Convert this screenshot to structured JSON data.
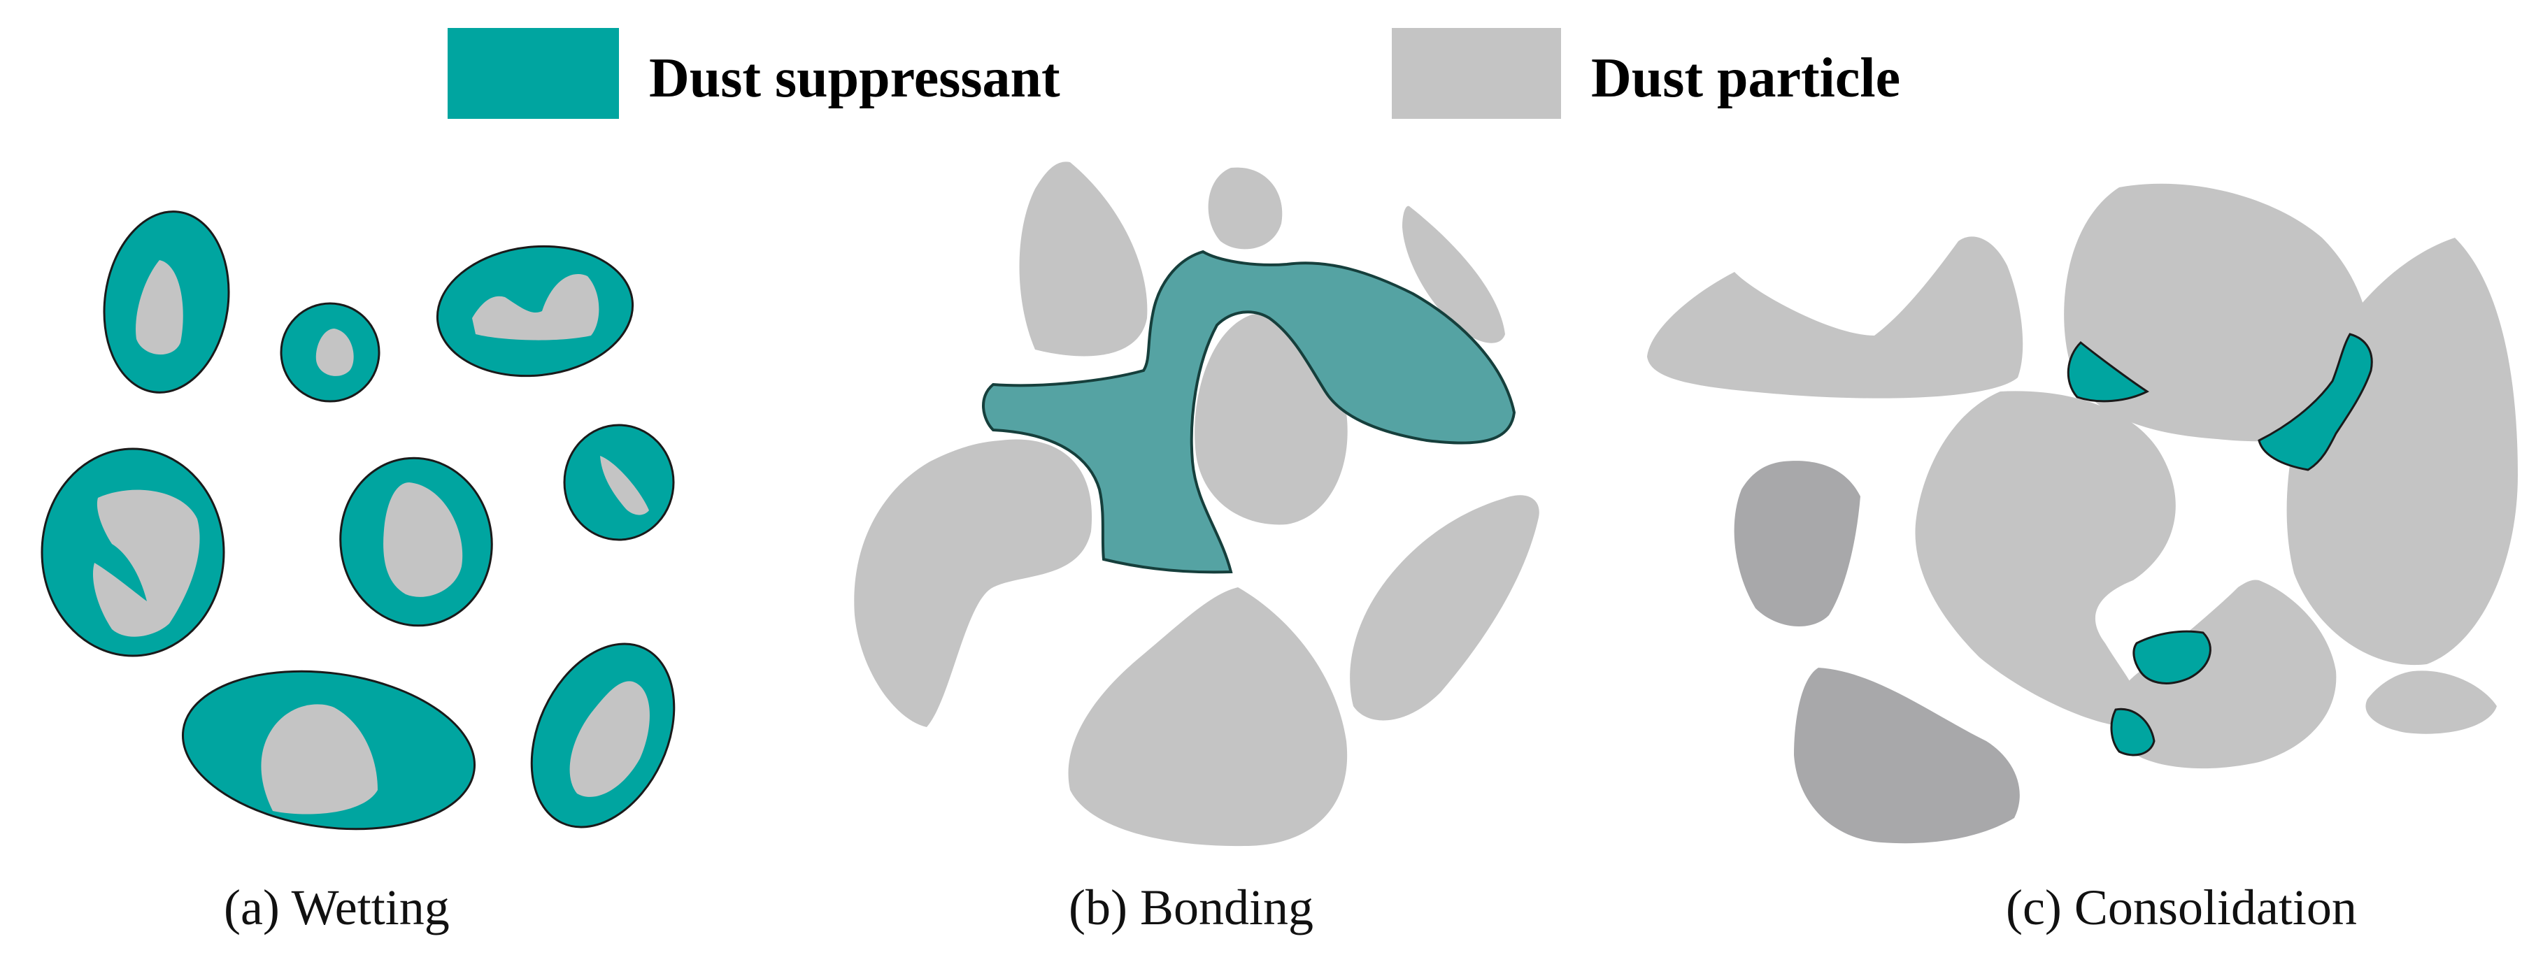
{
  "legend": {
    "suppressant_label": "Dust suppressant",
    "particle_label": "Dust particle"
  },
  "captions": {
    "wetting": "(a) Wetting",
    "bonding": "(b) Bonding",
    "consolidation": "(c) Consolidation"
  },
  "colors": {
    "suppressant": "#00a5a0",
    "suppressant_bonding": "#55a3a3",
    "particle": "#c4c4c4",
    "particle_dark": "#a8a8aa"
  }
}
